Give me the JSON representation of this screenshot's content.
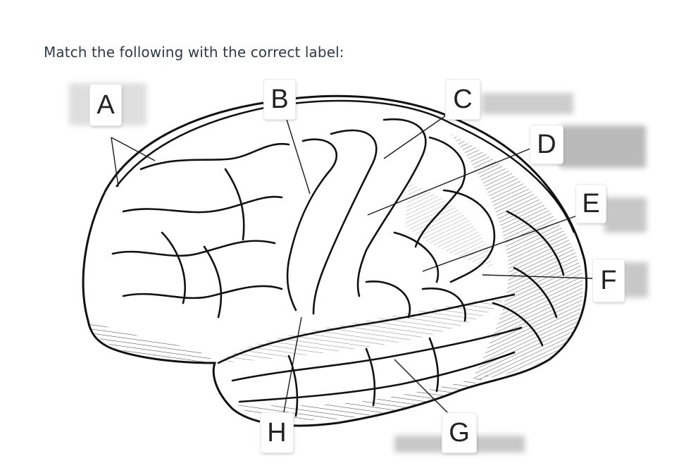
{
  "prompt": "Match the following with the correct label:",
  "labels": [
    {
      "id": "A",
      "text": "A"
    },
    {
      "id": "B",
      "text": "B"
    },
    {
      "id": "C",
      "text": "C"
    },
    {
      "id": "D",
      "text": "D"
    },
    {
      "id": "E",
      "text": "E"
    },
    {
      "id": "F",
      "text": "F"
    },
    {
      "id": "G",
      "text": "G"
    },
    {
      "id": "H",
      "text": "H"
    }
  ],
  "colors": {
    "prompt_text": "#2d3b45",
    "line": "#1a1a1a",
    "blurred_answer": "#bdbdbd"
  }
}
